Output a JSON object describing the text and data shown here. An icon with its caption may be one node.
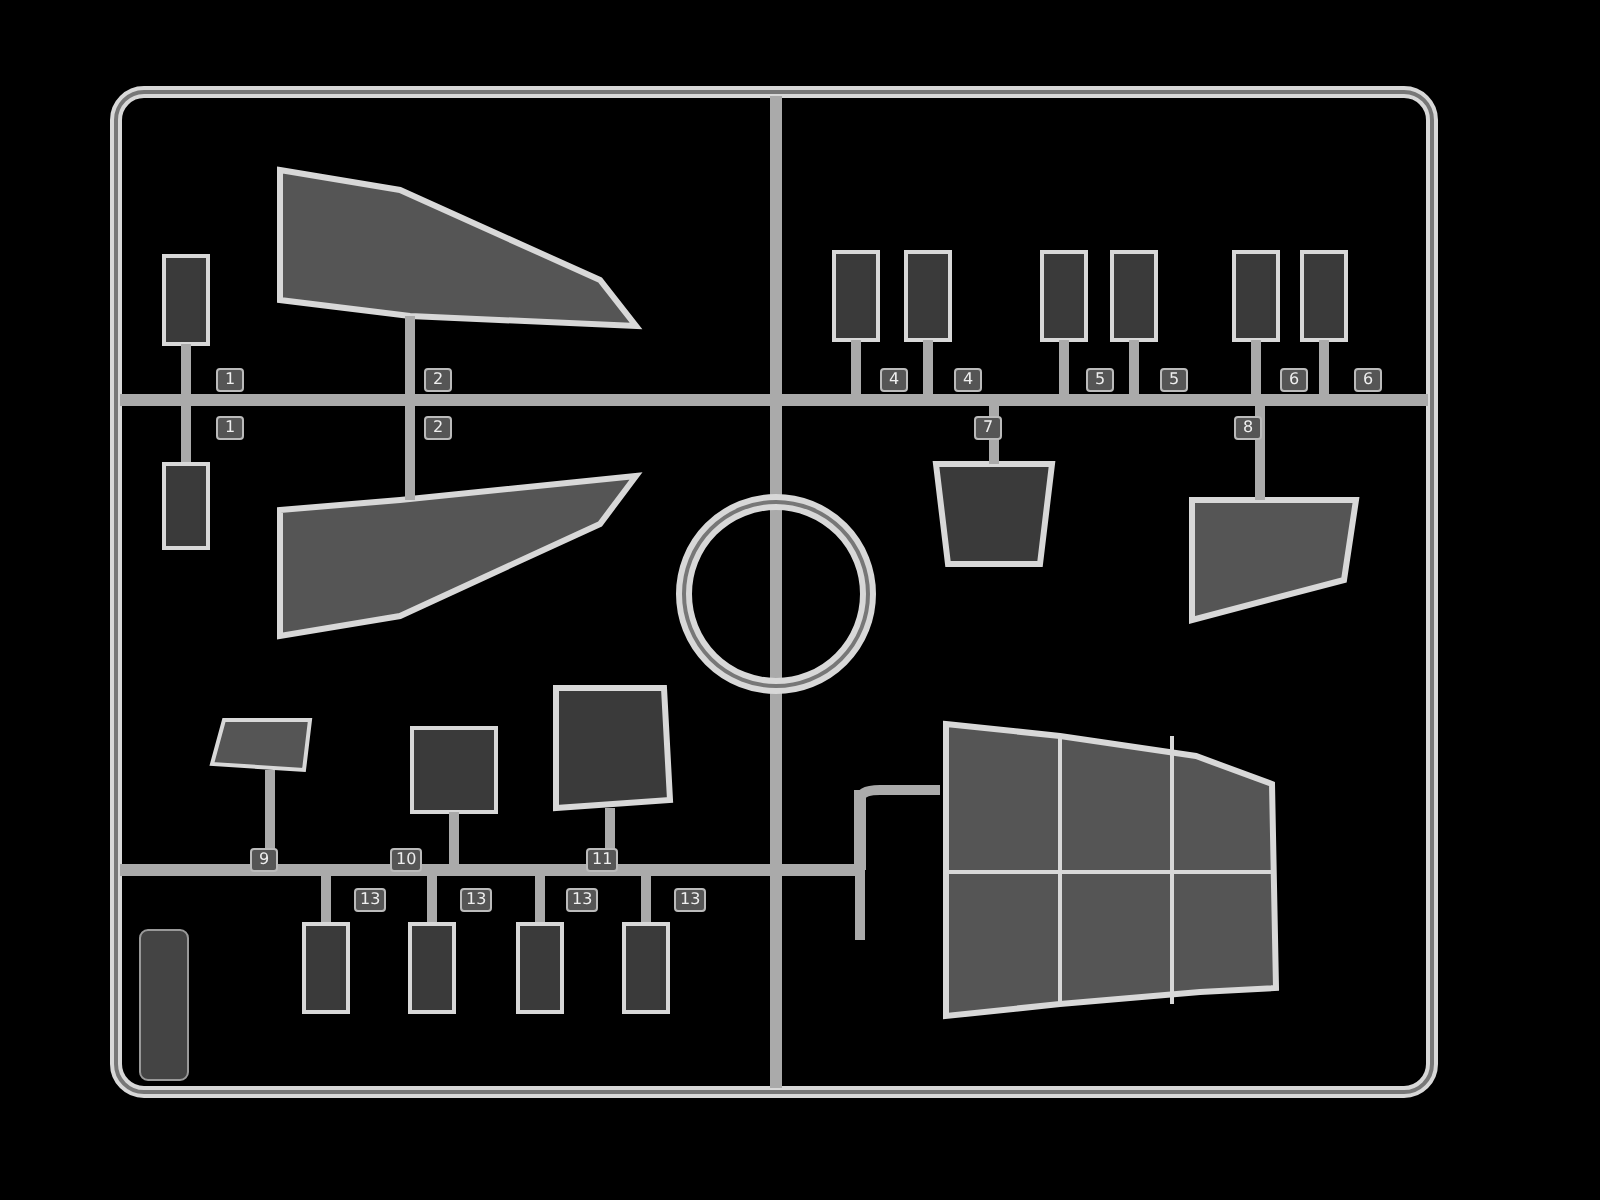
{
  "diagram": {
    "labels": [
      "1",
      "2",
      "4",
      "4",
      "5",
      "5",
      "6",
      "6",
      "1",
      "2",
      "7",
      "8",
      "9",
      "10",
      "11",
      "13",
      "13",
      "13",
      "13"
    ]
  }
}
